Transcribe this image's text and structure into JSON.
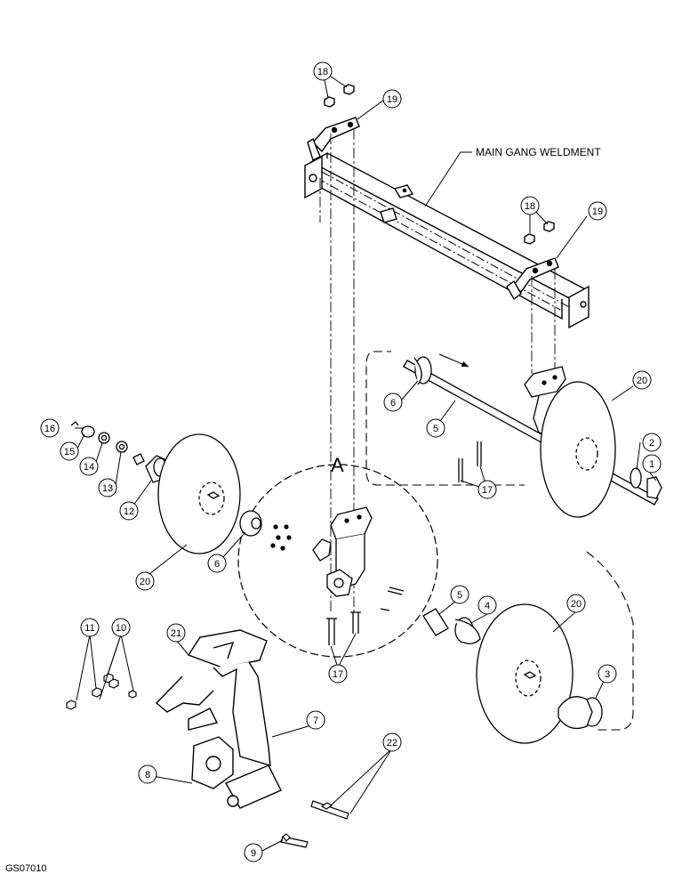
{
  "main_label": "MAIN GANG WELDMENT",
  "detail_label": "A",
  "figure_code": "GS07010",
  "callouts": [
    {
      "id": "c18a",
      "num": "18"
    },
    {
      "id": "c19a",
      "num": "19"
    },
    {
      "id": "c18b",
      "num": "18"
    },
    {
      "id": "c19b",
      "num": "19"
    },
    {
      "id": "c20a",
      "num": "20"
    },
    {
      "id": "c6a",
      "num": "6"
    },
    {
      "id": "c5a",
      "num": "5"
    },
    {
      "id": "c2",
      "num": "2"
    },
    {
      "id": "c1",
      "num": "1"
    },
    {
      "id": "c17a",
      "num": "17"
    },
    {
      "id": "c16",
      "num": "16"
    },
    {
      "id": "c15",
      "num": "15"
    },
    {
      "id": "c14",
      "num": "14"
    },
    {
      "id": "c13",
      "num": "13"
    },
    {
      "id": "c12",
      "num": "12"
    },
    {
      "id": "c20b",
      "num": "20"
    },
    {
      "id": "c6b",
      "num": "6"
    },
    {
      "id": "c11",
      "num": "11"
    },
    {
      "id": "c10",
      "num": "10"
    },
    {
      "id": "c21",
      "num": "21"
    },
    {
      "id": "c5b",
      "num": "5"
    },
    {
      "id": "c4",
      "num": "4"
    },
    {
      "id": "c20c",
      "num": "20"
    },
    {
      "id": "c3",
      "num": "3"
    },
    {
      "id": "c17b",
      "num": "17"
    },
    {
      "id": "c7",
      "num": "7"
    },
    {
      "id": "c8",
      "num": "8"
    },
    {
      "id": "c22",
      "num": "22"
    },
    {
      "id": "c9",
      "num": "9"
    }
  ]
}
